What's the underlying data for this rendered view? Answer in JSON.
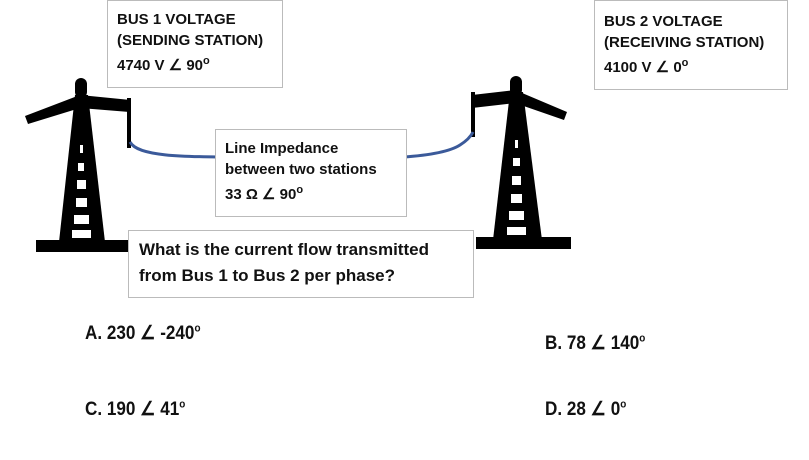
{
  "bus1": {
    "title": "BUS 1  VOLTAGE",
    "subtitle": "(SENDING STATION)",
    "value": "4740 V  ∠ 90",
    "deg": "o"
  },
  "bus2": {
    "title": "BUS 2  VOLTAGE",
    "subtitle": "(RECEIVING STATION)",
    "value": "4100 V ∠ 0",
    "deg": "o"
  },
  "impedance": {
    "title": "Line Impedance",
    "subtitle": "between two stations",
    "value": "33 Ω  ∠ 90",
    "deg": "o"
  },
  "question": {
    "line1": "What is the current flow transmitted",
    "line2": "from Bus 1 to Bus 2 per phase?"
  },
  "options": [
    {
      "label": "A. 230 ∠ -240",
      "deg": "o"
    },
    {
      "label": "B. 78 ∠ 140",
      "deg": "o"
    },
    {
      "label": "C. 190 ∠ 41",
      "deg": "o"
    },
    {
      "label": "D. 28 ∠ 0",
      "deg": "o"
    }
  ],
  "colors": {
    "wire": "#3b5a9a",
    "tower": "#000000"
  }
}
